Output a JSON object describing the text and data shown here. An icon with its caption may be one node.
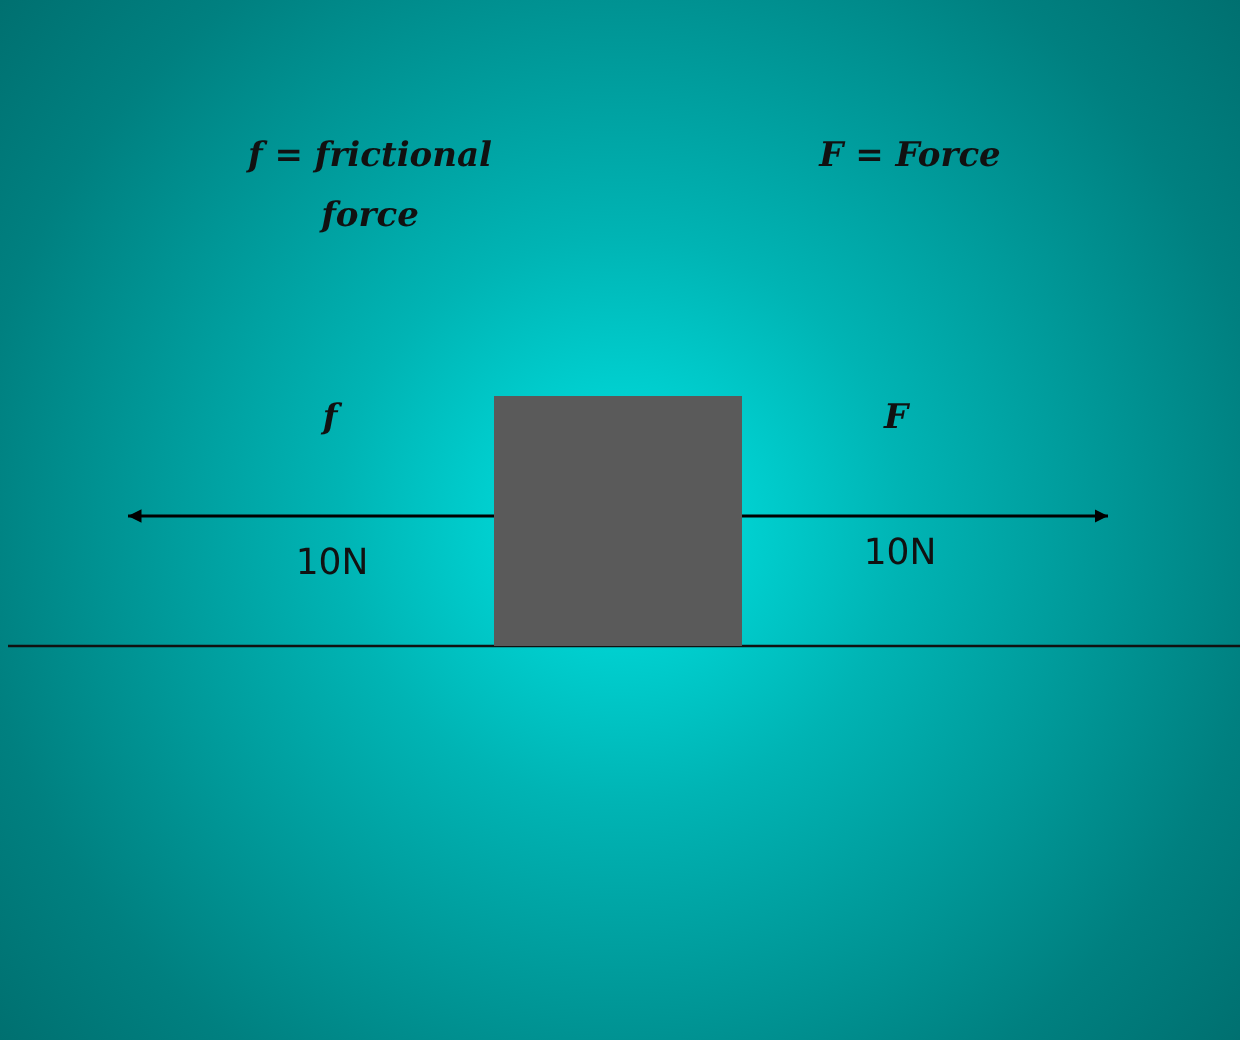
{
  "diagram": {
    "nodes": [
      {
        "text": [],
        "shape": "box"
      }
    ],
    "labels": [
      "f = frictional force",
      "F = Force",
      "f",
      "F",
      "10N",
      "10N"
    ]
  }
}
